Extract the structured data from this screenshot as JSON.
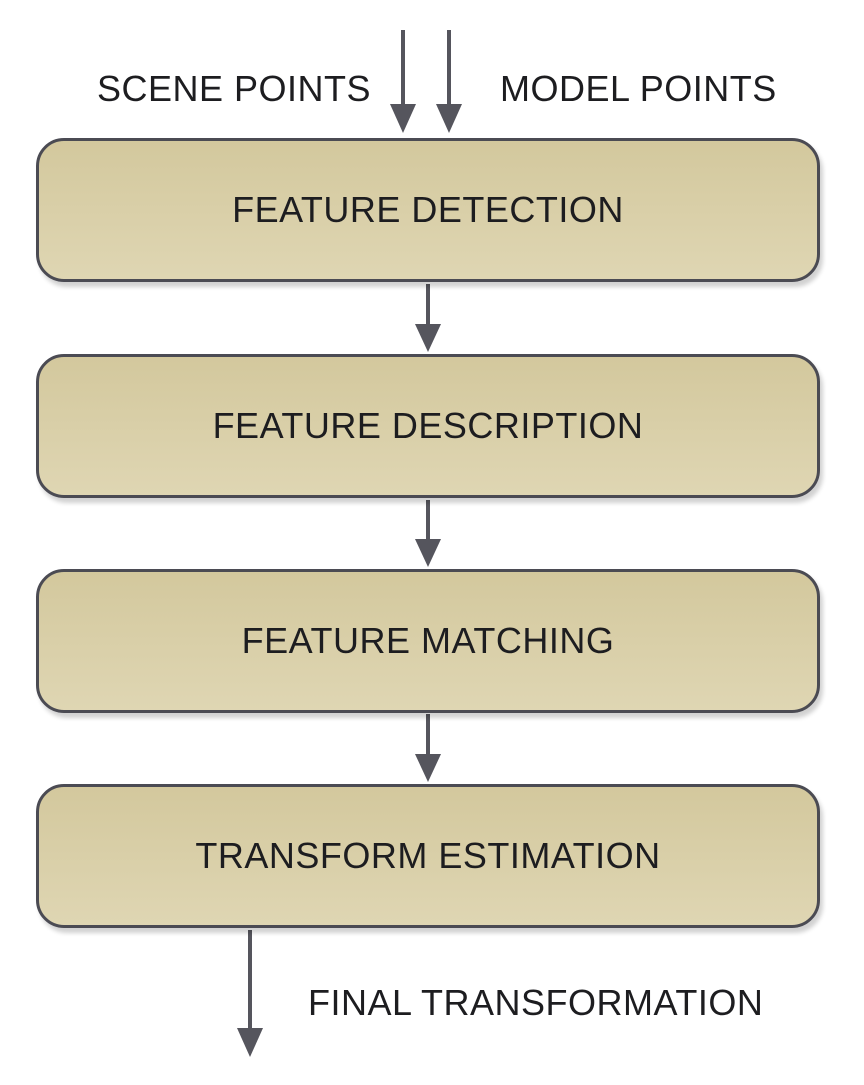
{
  "inputs": {
    "scene_points": "SCENE POINTS",
    "model_points": "MODEL POINTS"
  },
  "steps": [
    {
      "label": "FEATURE DETECTION"
    },
    {
      "label": "FEATURE DESCRIPTION"
    },
    {
      "label": "FEATURE MATCHING"
    },
    {
      "label": "TRANSFORM ESTIMATION"
    }
  ],
  "output": {
    "label": "FINAL TRANSFORMATION"
  },
  "colors": {
    "box_fill": "#d8ceA7",
    "box_border": "#4b4b53",
    "arrow": "#55555d",
    "text": "#1d1d20"
  }
}
